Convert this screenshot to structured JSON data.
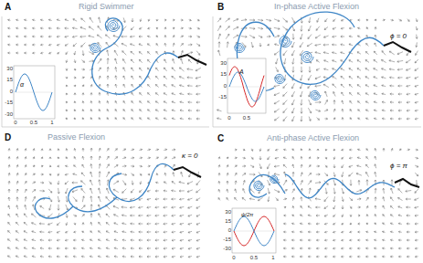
{
  "diagram": {
    "labels": [
      "Rigid Swimmer",
      "A",
      "30",
      "15",
      "0",
      "-15",
      "-30",
      "0",
      "0.5",
      "1",
      "α",
      "In-phase Active Flexion",
      "B",
      "ϕ = 0",
      "30",
      "15",
      "0",
      "-15",
      "0",
      "0.5",
      "A",
      "Passive Flexion",
      "D",
      "κ = 0",
      "Anti-phase Active Flexion",
      "C",
      "ϕ = π",
      "30",
      "15",
      "0",
      "-15",
      "-30",
      "0",
      "0.5",
      "1",
      "ψ/2π"
    ]
  }
}
